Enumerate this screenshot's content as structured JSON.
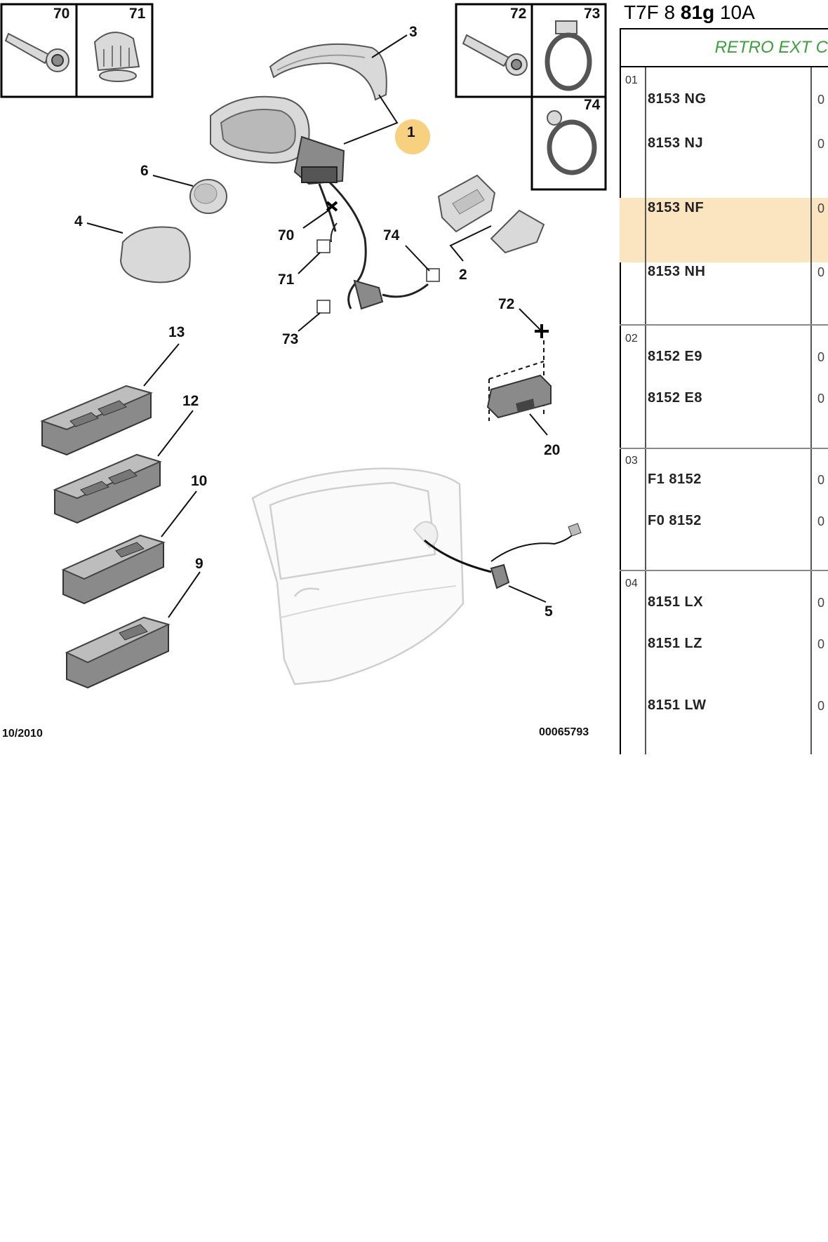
{
  "diagram": {
    "date": "10/2010",
    "code": "00065793",
    "labels": {
      "p1": "1",
      "p2": "2",
      "p3": "3",
      "p4": "4",
      "p5": "5",
      "p6": "6",
      "p9": "9",
      "p10": "10",
      "p12": "12",
      "p13": "13",
      "p20": "20",
      "p70": "70",
      "p71": "71",
      "p72": "72",
      "p73": "73",
      "p74": "74"
    },
    "inset": {
      "i70": "70",
      "i71": "71",
      "i72": "72",
      "i73": "73",
      "i74": "74"
    },
    "highlight_color": "#f6c86a"
  },
  "panel": {
    "header_a": "T7F 8 ",
    "header_b": "81g",
    "header_c": " 10A",
    "subtitle": "RETRO EXT C",
    "highlight_color": "#fbe4c0",
    "groups": [
      {
        "id": "01",
        "refs": [
          "8153 NG",
          "8153 NJ",
          "8153 NF",
          "8153 NH"
        ]
      },
      {
        "id": "02",
        "refs": [
          "8152 E9",
          "8152 E8"
        ]
      },
      {
        "id": "03",
        "refs": [
          "F1 8152",
          "F0 8152"
        ]
      },
      {
        "id": "04",
        "refs": [
          "8151 LX",
          "8151 LZ",
          "8151 LW"
        ]
      }
    ],
    "qty_stub": "0"
  }
}
